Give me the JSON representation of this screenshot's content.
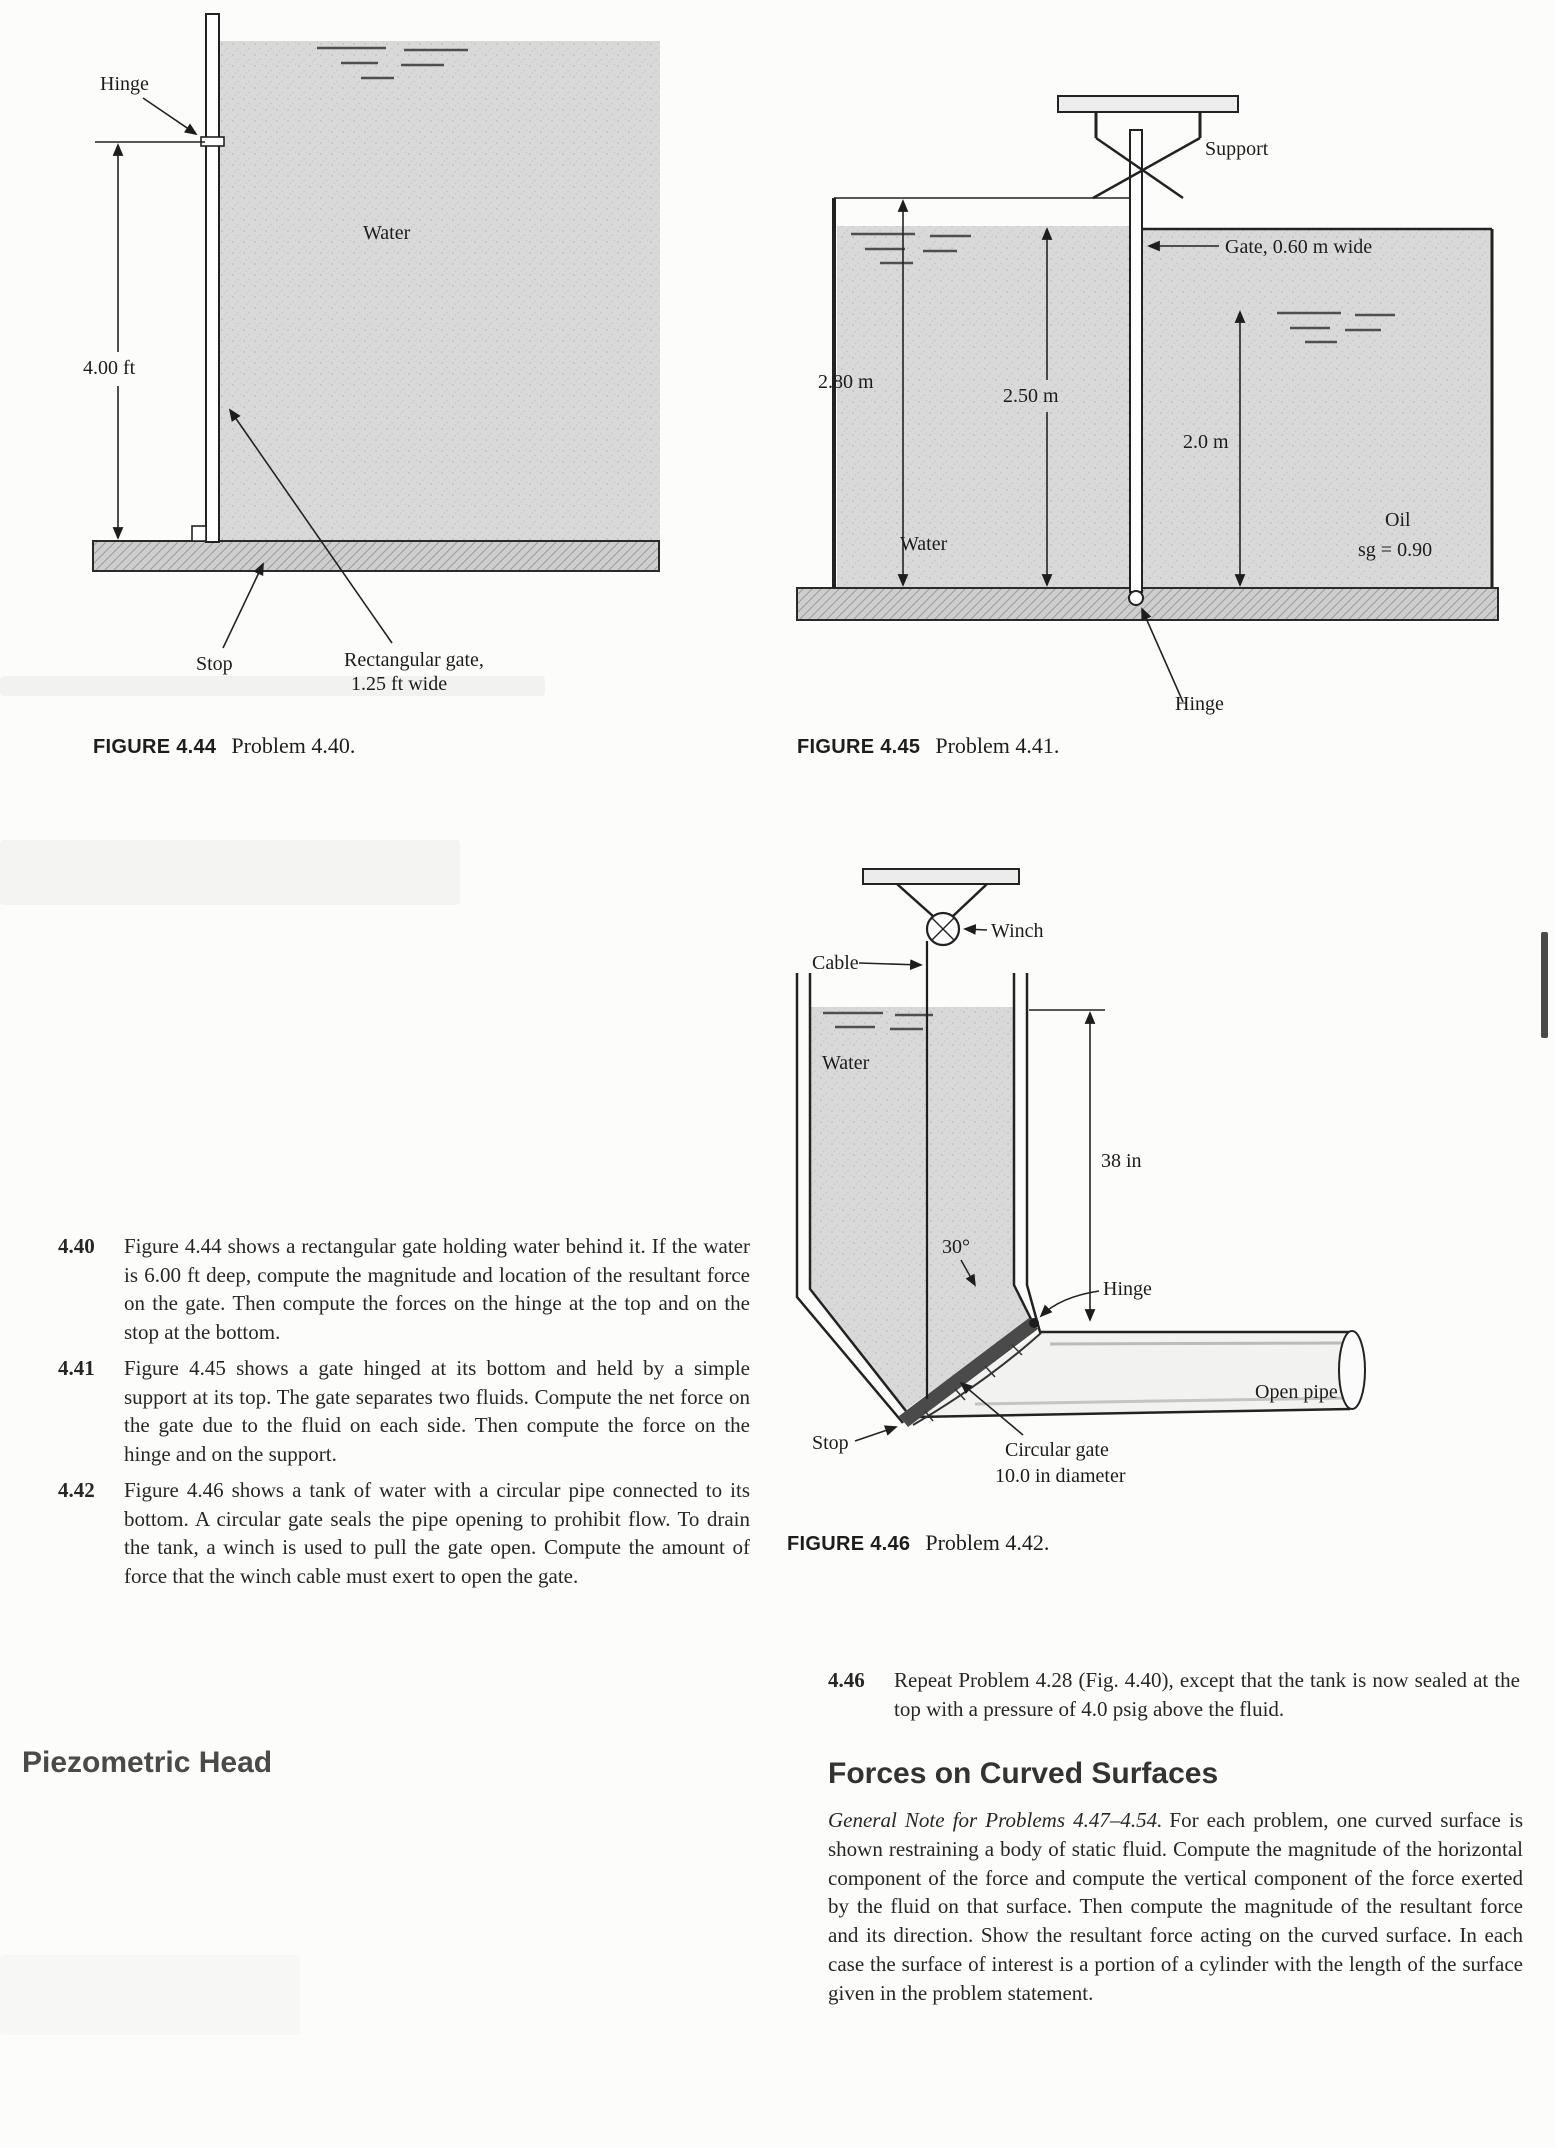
{
  "colors": {
    "fluid_fill": "#d9d9d9",
    "floor_fill": "#cecece",
    "text": "#262626"
  },
  "fig44": {
    "caption_label": "FIGURE 4.44",
    "caption_text": "Problem 4.40.",
    "labels": {
      "hinge": "Hinge",
      "water": "Water",
      "dim": "4.00 ft",
      "stop": "Stop",
      "gate_line1": "Rectangular gate,",
      "gate_line2": "1.25 ft wide"
    }
  },
  "fig45": {
    "caption_label": "FIGURE 4.45",
    "caption_text": "Problem 4.41.",
    "labels": {
      "support": "Support",
      "gate": "Gate, 0.60 m wide",
      "dim_left": "2.80 m",
      "dim_mid": "2.50 m",
      "dim_right": "2.0 m",
      "water": "Water",
      "oil_line1": "Oil",
      "oil_line2": "sg = 0.90",
      "hinge": "Hinge"
    }
  },
  "fig46": {
    "caption_label": "FIGURE 4.46",
    "caption_text": "Problem 4.42.",
    "labels": {
      "winch": "Winch",
      "cable": "Cable",
      "water": "Water",
      "dim": "38 in",
      "angle": "30°",
      "hinge": "Hinge",
      "open_pipe": "Open pipe",
      "stop": "Stop",
      "gate_line1": "Circular gate",
      "gate_line2": "10.0 in diameter"
    }
  },
  "problems": [
    {
      "number": "4.40",
      "text": "Figure 4.44 shows a rectangular gate holding water behind it. If the water is 6.00 ft deep, compute the magnitude and location of the resultant force on the gate. Then compute the forces on the hinge at the top and on the stop at the bottom."
    },
    {
      "number": "4.41",
      "text": "Figure 4.45 shows a gate hinged at its bottom and held by a simple support at its top. The gate separates two fluids. Compute the net force on the gate due to the fluid on each side. Then compute the force on the hinge and on the support."
    },
    {
      "number": "4.42",
      "text": "Figure 4.46 shows a tank of water with a circular pipe connected to its bottom. A circular gate seals the pipe opening to prohibit flow. To drain the tank, a winch is used to pull the gate open. Compute the amount of force that the winch cable must exert to open the gate."
    }
  ],
  "heading_piezometric": "Piezometric Head",
  "problem446": {
    "number": "4.46",
    "text": "Repeat Problem 4.28 (Fig. 4.40), except that the tank is now sealed at the top with a pressure of 4.0 psig above the fluid."
  },
  "heading_curved": "Forces on Curved Surfaces",
  "curved_note_italic": "General Note for Problems 4.47–4.54.",
  "curved_note_text": "For each problem, one curved surface is shown restraining a body of static fluid. Compute the magnitude of the horizontal component of the force and compute the vertical component of the force exerted by the fluid on that surface. Then compute the magnitude of the resultant force and its direction. Show the resultant force acting on the curved surface. In each case the surface of interest is a portion of a cylinder with the length of the surface given in the problem statement."
}
